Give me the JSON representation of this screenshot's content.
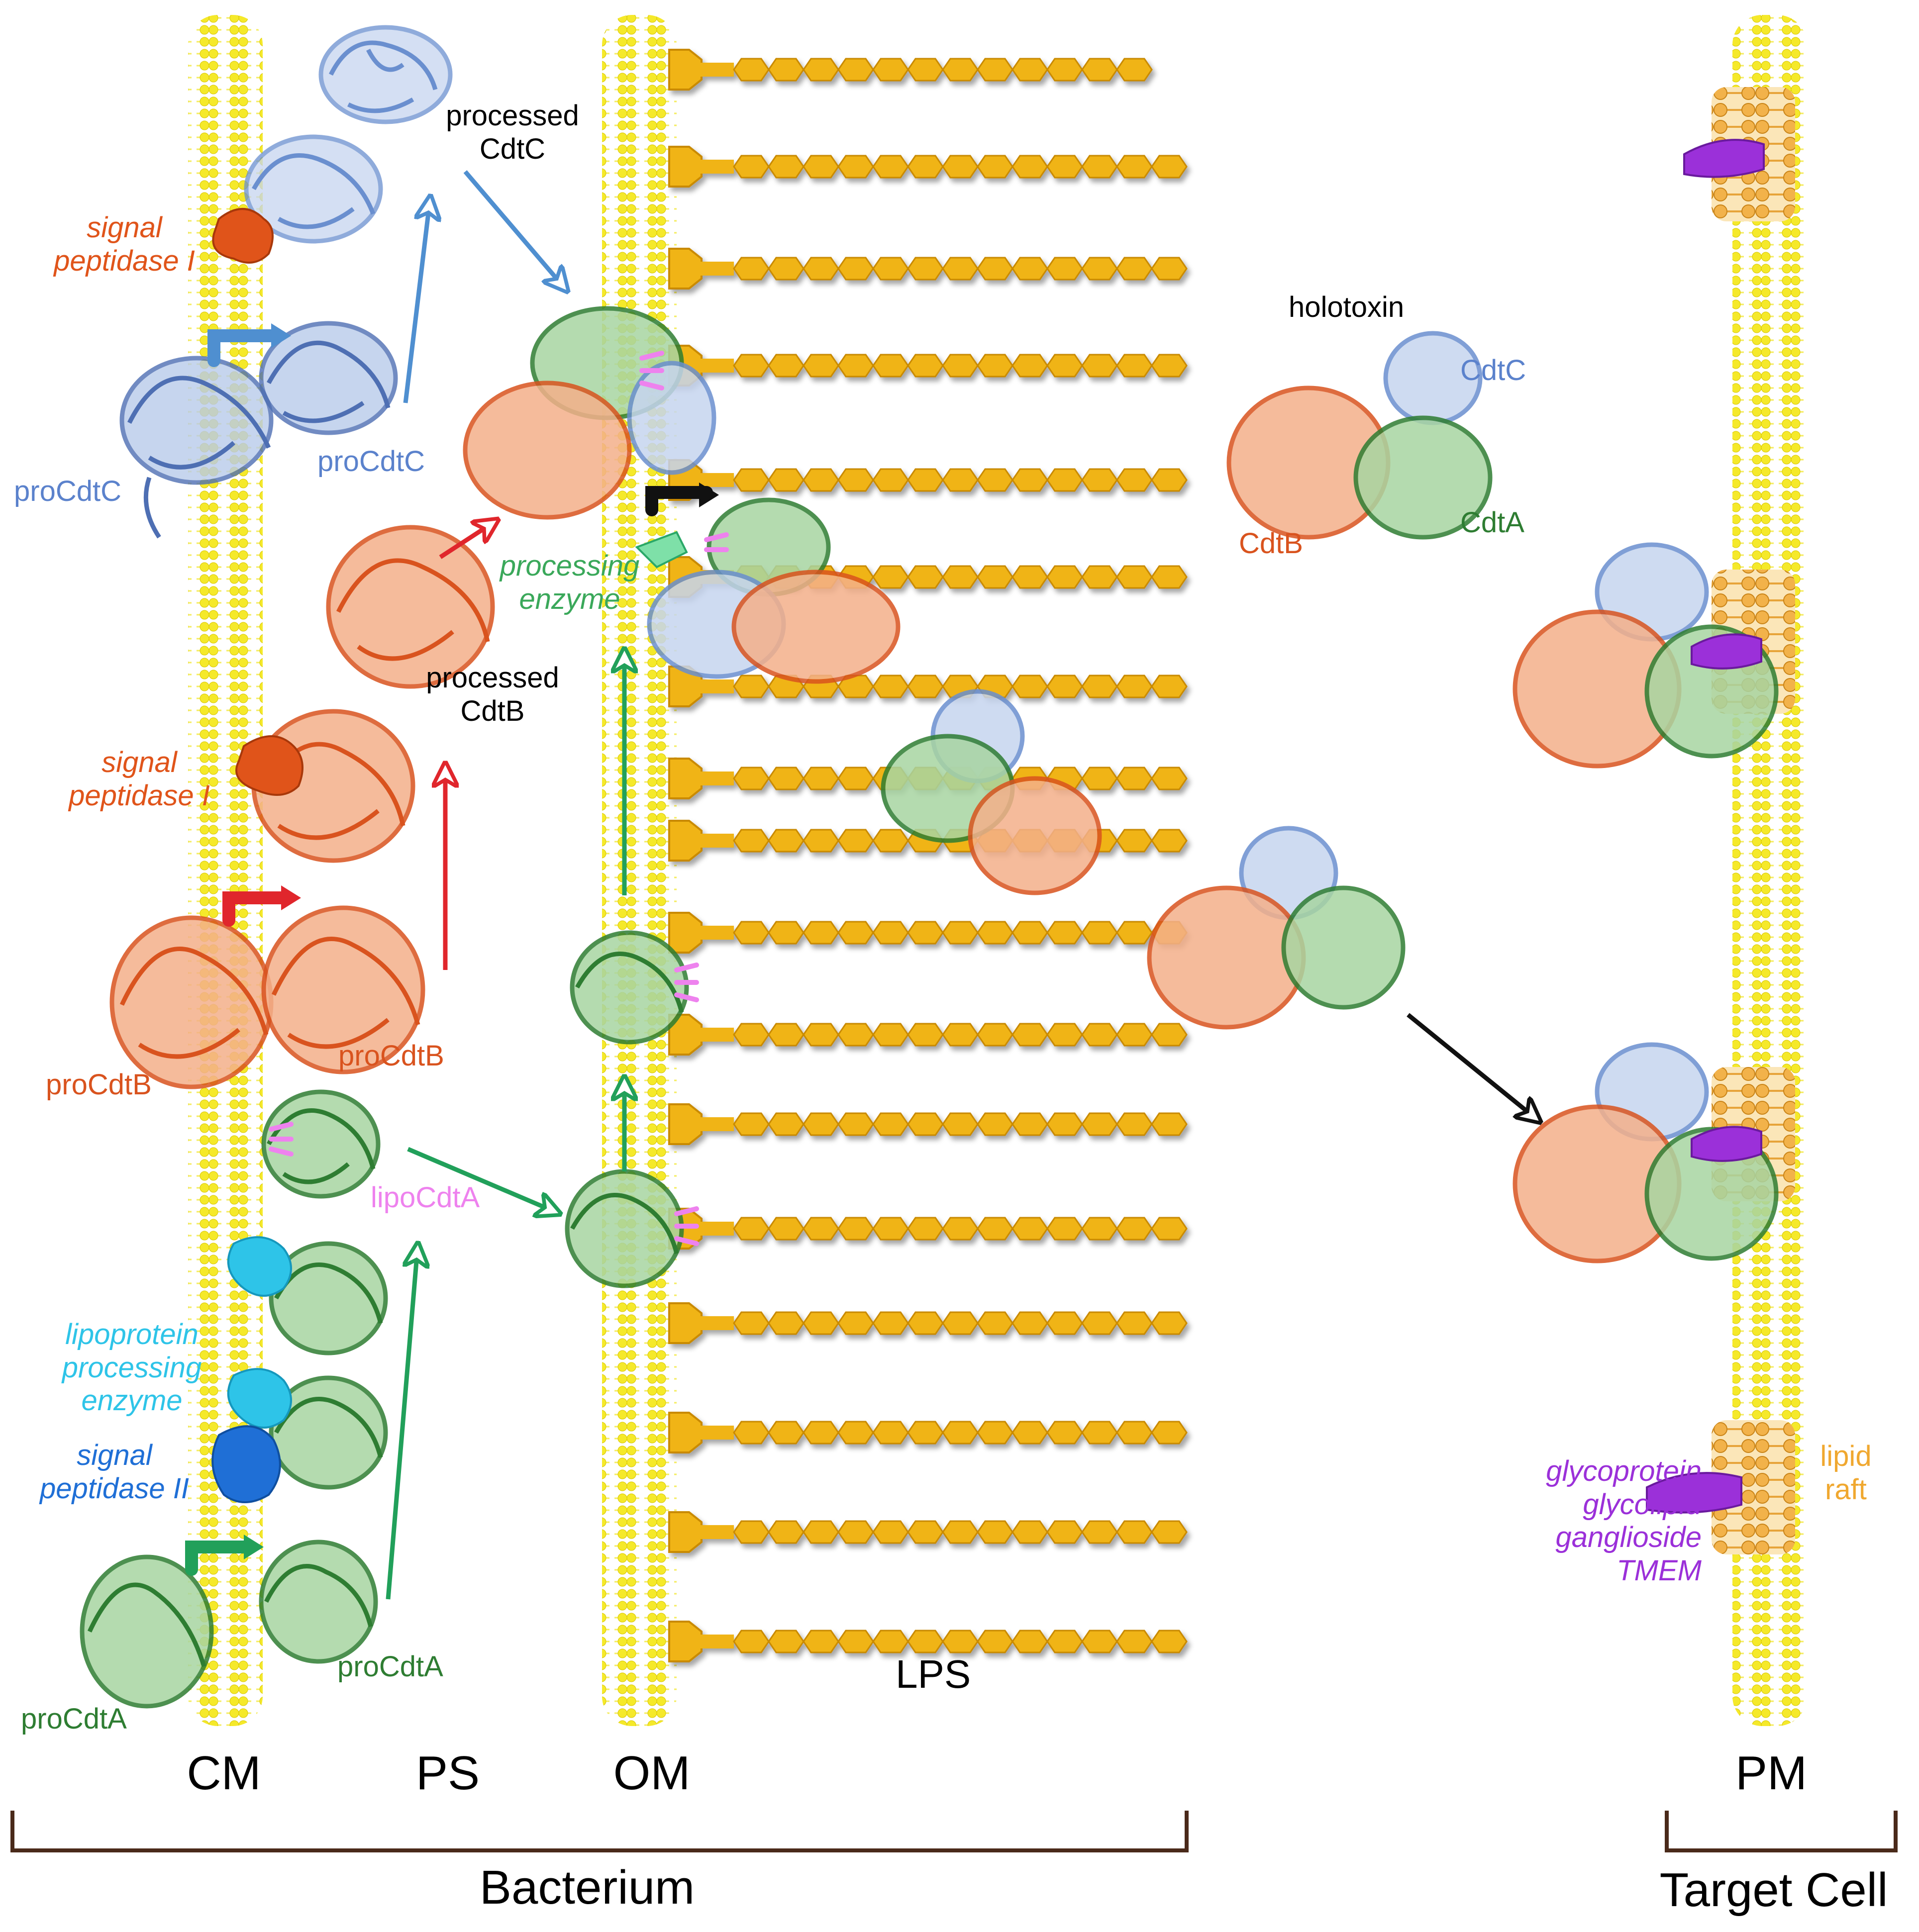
{
  "colors": {
    "membrane": "#f3e81f",
    "lps": "#f0b416",
    "cdtA": "#2e7d32",
    "cdtB": "#d9531e",
    "cdtC": "#6a8fcf",
    "lipid_anchor": "#ee82ee",
    "signal_peptidase_I": "#e0541a",
    "lipoprotein_enzyme": "#2ec4e8",
    "signal_peptidase_II": "#1f6fd6",
    "receptor": "#9b30d9",
    "lipid_raft": "#f0a830",
    "arrow_cdtA": "#21a05a",
    "arrow_cdtB": "#e0262c",
    "arrow_cdtC": "#4f8fd0",
    "bracket": "#4a2a1a",
    "text": "#000000"
  },
  "labels": {
    "proCdtC_left": "proCdtC",
    "proCdtC_right": "proCdtC",
    "processed_cdtC_1": "processed",
    "processed_cdtC_2": "CdtC",
    "processed_cdtB_1": "processed",
    "processed_cdtB_2": "CdtB",
    "signal_peptidase_I_top_1": "signal",
    "signal_peptidase_I_top_2": "peptidase I",
    "signal_peptidase_I_mid_1": "signal",
    "signal_peptidase_I_mid_2": "peptidase I",
    "proCdtB_left": "proCdtB",
    "proCdtB_right": "proCdtB",
    "lipoCdtA": "lipoCdtA",
    "lipoprotein_1": "lipoprotein",
    "lipoprotein_2": "processing",
    "lipoprotein_3": "enzyme",
    "signal_peptidase_II_1": "signal",
    "signal_peptidase_II_2": "peptidase II",
    "proCdtA_left": "proCdtA",
    "proCdtA_right": "proCdtA",
    "processing_enzyme_1": "processing",
    "processing_enzyme_2": "enzyme",
    "holotoxin": "holotoxin",
    "holo_cdtC": "CdtC",
    "holo_cdtB": "CdtB",
    "holo_cdtA": "CdtA",
    "lps": "LPS",
    "receptors_1": "glycoprotein",
    "receptors_2": "glycolipid",
    "receptors_3": "ganglioside",
    "receptors_4": "TMEM",
    "lipid_raft_1": "lipid",
    "lipid_raft_2": "raft"
  },
  "compartments": {
    "cm": "CM",
    "ps": "PS",
    "om": "OM",
    "pm": "PM",
    "bacterium": "Bacterium",
    "target_cell": "Target Cell"
  }
}
